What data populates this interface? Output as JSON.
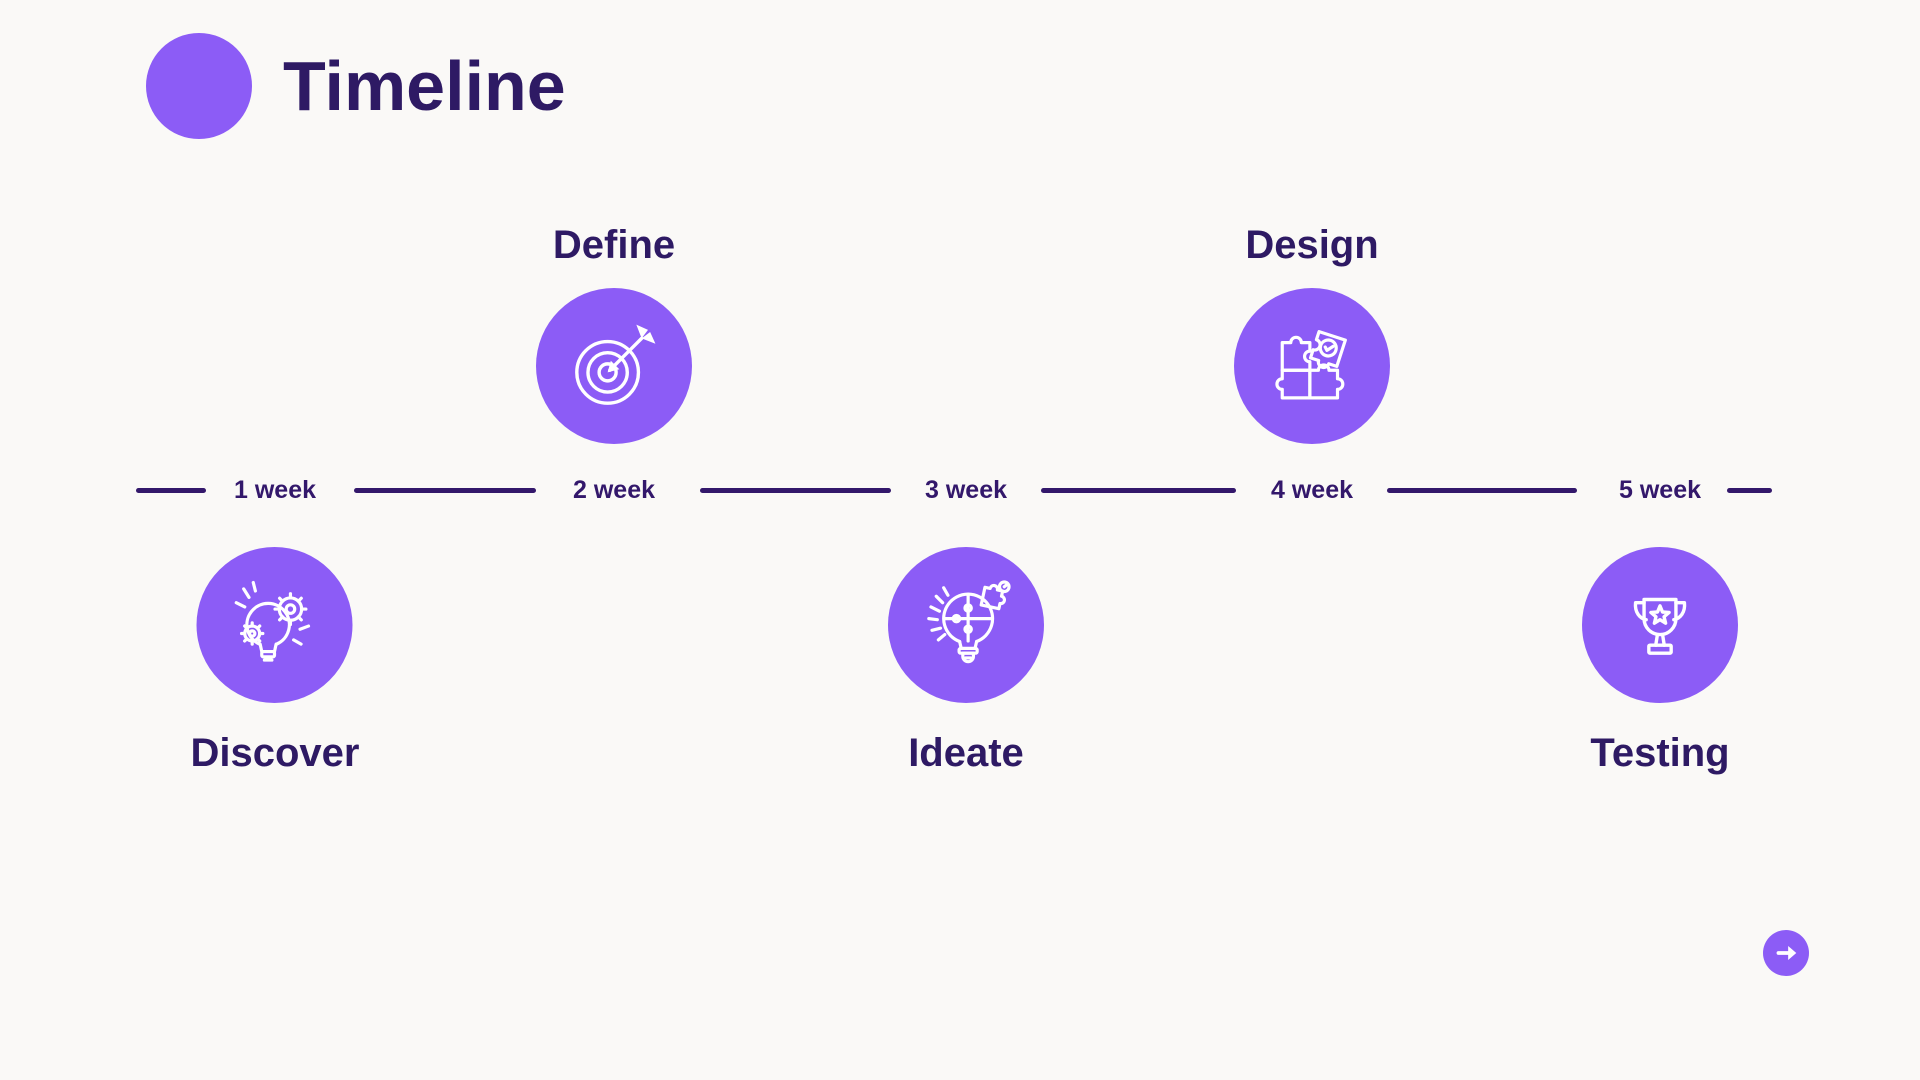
{
  "title": "Timeline",
  "colors": {
    "accent_purple": "#8c5cf6",
    "heading_text": "#2e1a64",
    "axis_line": "#33186b",
    "background": "#faf9f7",
    "icon_stroke": "#ffffff"
  },
  "timeline": {
    "weeks": [
      "1 week",
      "2 week",
      "3 week",
      "4 week",
      "5 week"
    ]
  },
  "stages": [
    {
      "label": "Discover",
      "week": "1 week",
      "row": "below",
      "icon": "bulb-gears-icon"
    },
    {
      "label": "Define",
      "week": "2 week",
      "row": "above",
      "icon": "target-arrow-icon"
    },
    {
      "label": "Ideate",
      "week": "3 week",
      "row": "below",
      "icon": "bulb-puzzle-icon"
    },
    {
      "label": "Design",
      "week": "4 week",
      "row": "above",
      "icon": "puzzle-clock-icon"
    },
    {
      "label": "Testing",
      "week": "5 week",
      "row": "below",
      "icon": "trophy-star-icon"
    }
  ],
  "next_button": {
    "icon": "arrow-right-icon"
  }
}
